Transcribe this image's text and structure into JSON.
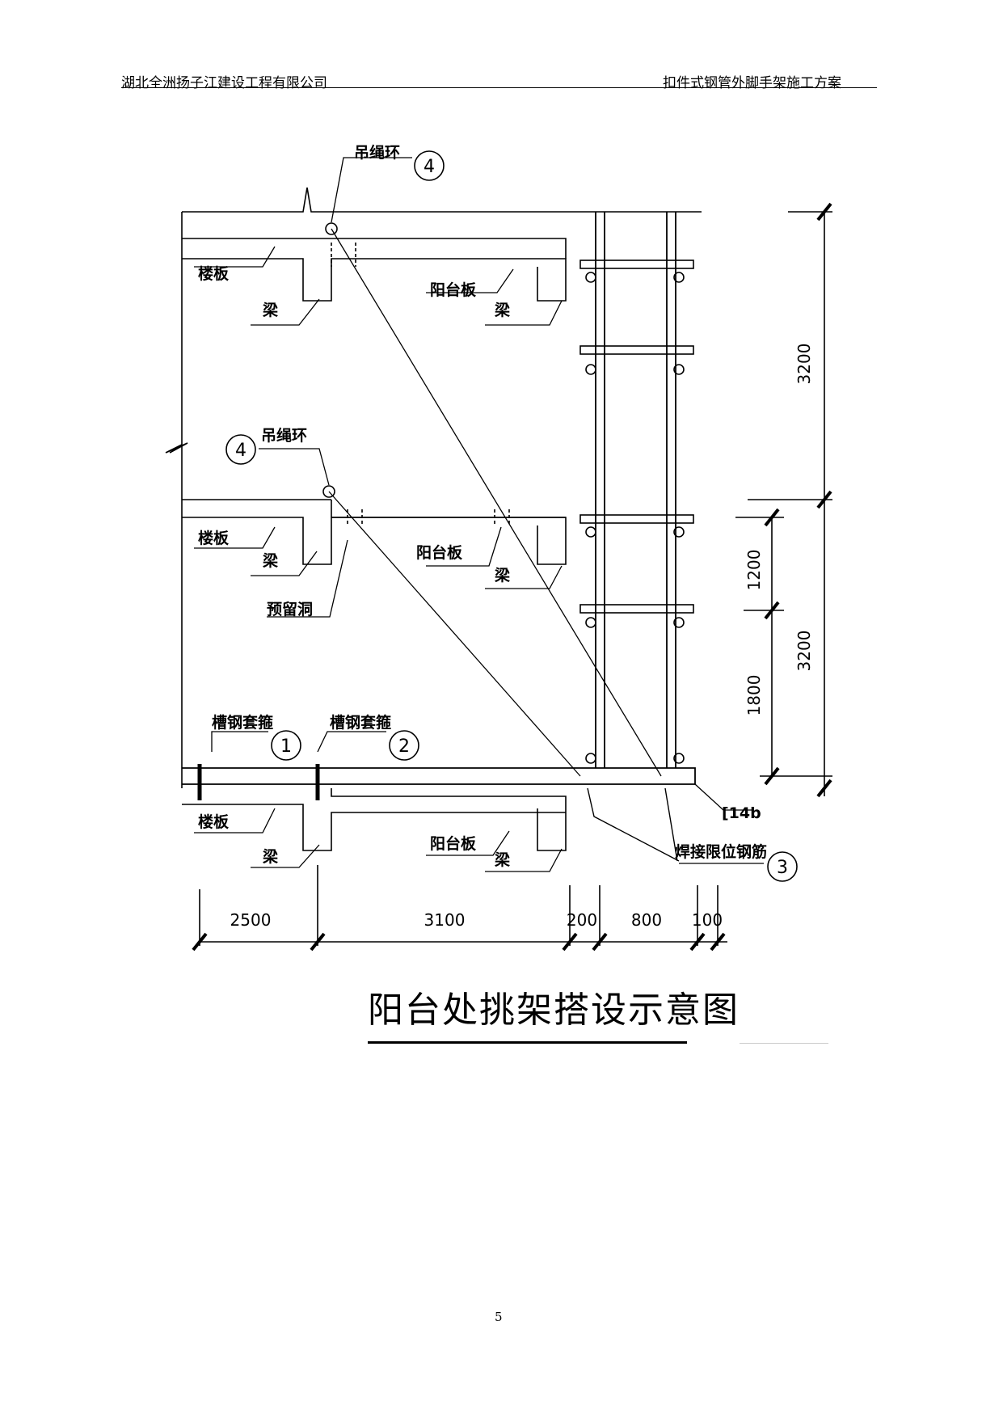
{
  "header": {
    "left": "湖北全洲扬子江建设工程有限公司",
    "right": "扣件式钢管外脚手架施工方案"
  },
  "diagram": {
    "labels": {
      "floor_slab": "楼板",
      "beam": "梁",
      "balcony_slab": "阳台板",
      "lifting_ring": "吊绳环",
      "reserved_hole": "预留洞",
      "channel_anchor": "槽钢套箍",
      "weld_bar": "焊接限位钢筋",
      "channel_steel": "[14b"
    },
    "callouts": [
      "1",
      "2",
      "3",
      "4"
    ],
    "horizontal_dims": [
      "2500",
      "3100",
      "200",
      "800",
      "100"
    ],
    "vertical_dims": [
      "3200",
      "1200",
      "1800",
      "3200"
    ]
  },
  "caption": "阳台处挑架搭设示意图",
  "page_number": "5"
}
